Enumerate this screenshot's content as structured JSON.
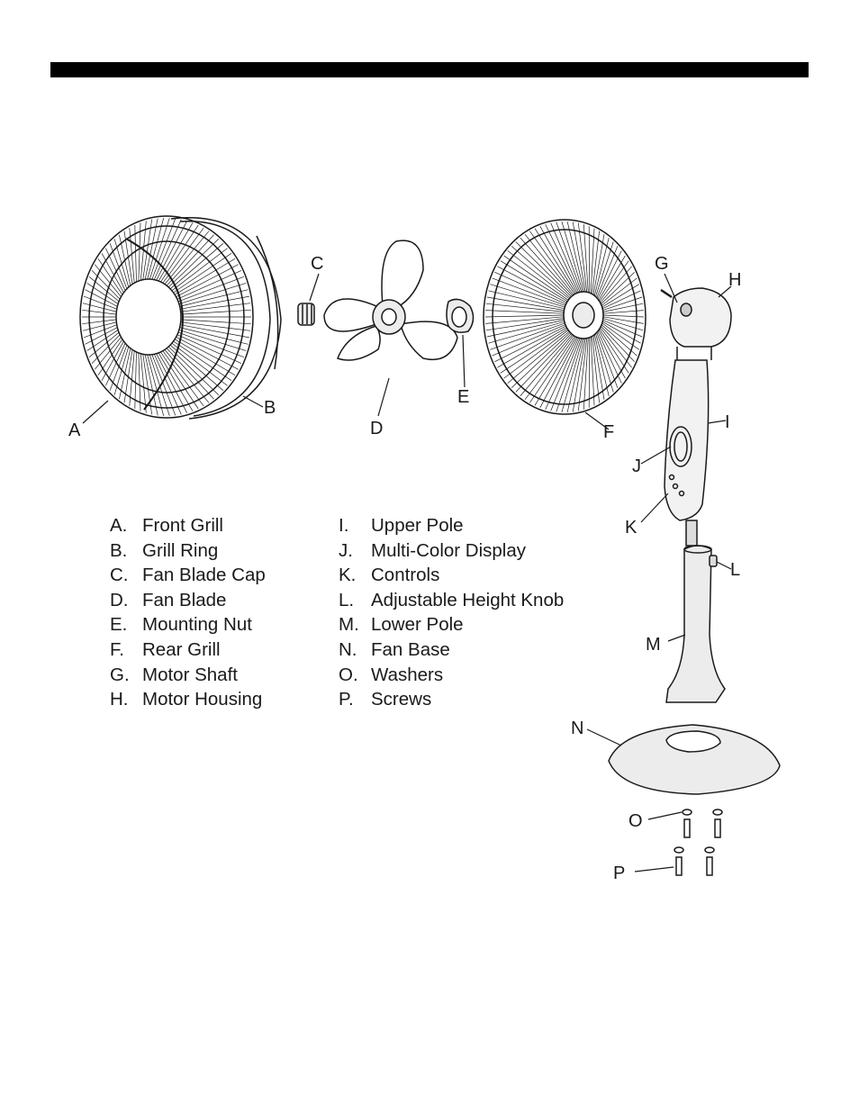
{
  "callouts": [
    "A",
    "B",
    "C",
    "D",
    "E",
    "F",
    "G",
    "H",
    "I",
    "J",
    "K",
    "L",
    "M",
    "N",
    "O",
    "P"
  ],
  "parts_left": [
    {
      "letter": "A.",
      "name": "Front Grill"
    },
    {
      "letter": "B.",
      "name": "Grill Ring"
    },
    {
      "letter": "C.",
      "name": "Fan Blade Cap"
    },
    {
      "letter": "D.",
      "name": "Fan Blade"
    },
    {
      "letter": "E.",
      "name": "Mounting Nut"
    },
    {
      "letter": "F.",
      "name": "Rear Grill"
    },
    {
      "letter": "G.",
      "name": "Motor Shaft"
    },
    {
      "letter": "H.",
      "name": "Motor Housing"
    }
  ],
  "parts_right": [
    {
      "letter": "I.",
      "name": "Upper Pole"
    },
    {
      "letter": "J.",
      "name": "Multi-Color Display"
    },
    {
      "letter": "K.",
      "name": "Controls"
    },
    {
      "letter": "L.",
      "name": "Adjustable Height Knob"
    },
    {
      "letter": "M.",
      "name": "Lower Pole"
    },
    {
      "letter": "N.",
      "name": "Fan Base"
    },
    {
      "letter": "O.",
      "name": "Washers"
    },
    {
      "letter": "P.",
      "name": "Screws"
    }
  ],
  "colors": {
    "ink": "#1a1a1a",
    "header_bar": "#000000",
    "part_fill": "#e8e8e8"
  }
}
